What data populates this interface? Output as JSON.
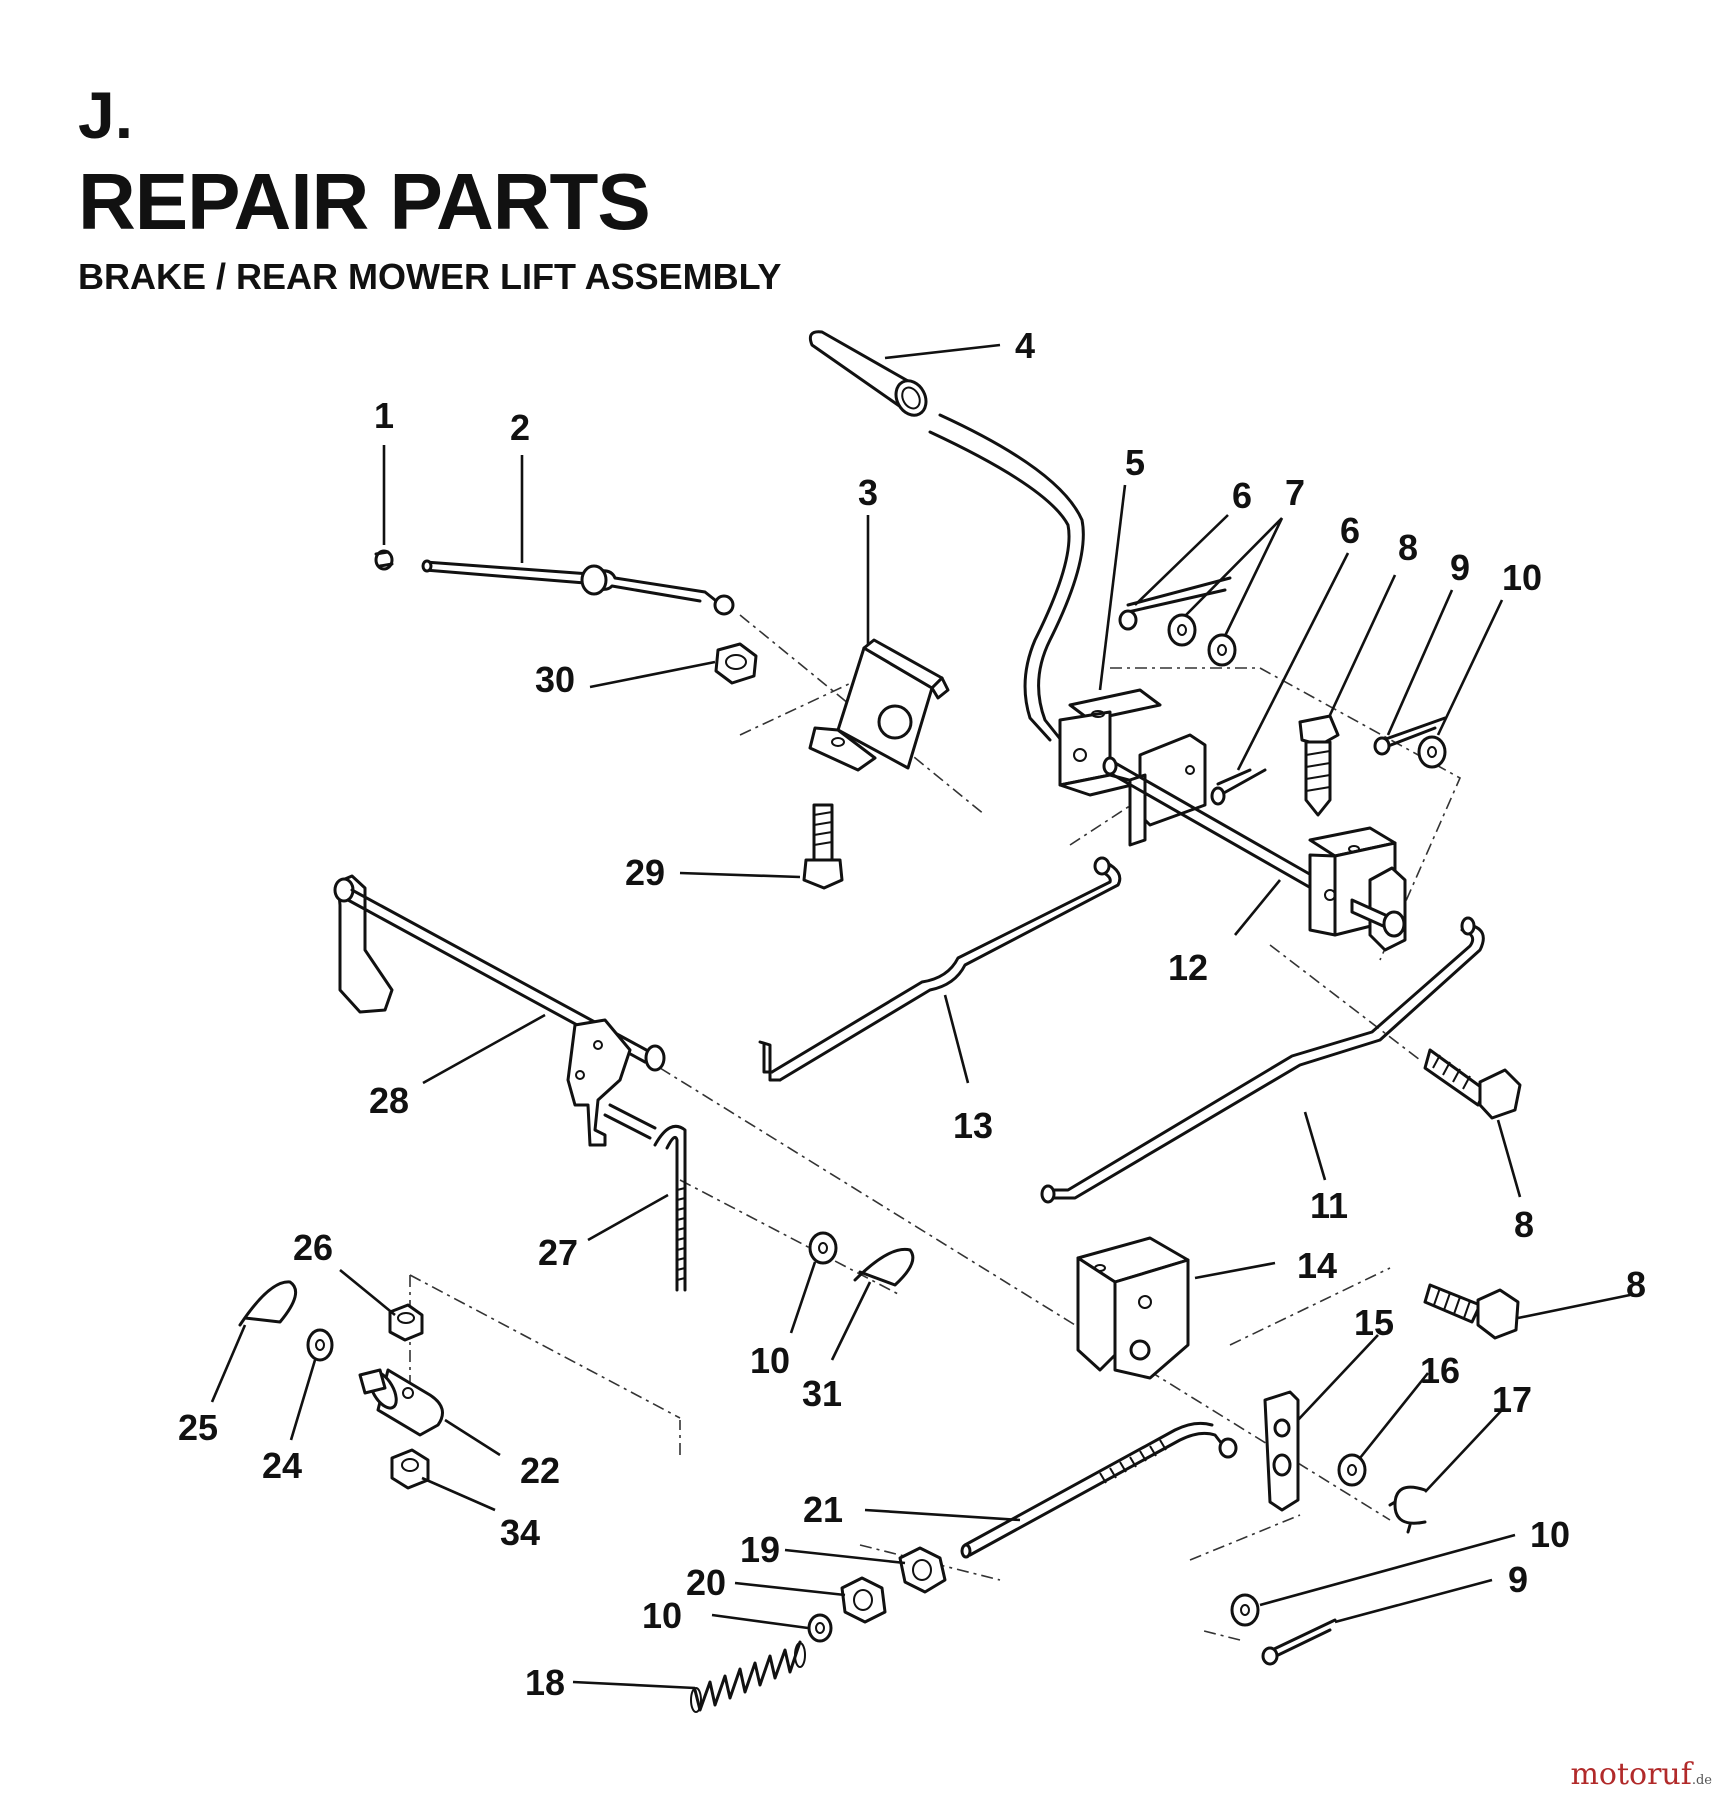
{
  "header": {
    "section": "J.",
    "title": "REPAIR PARTS",
    "subtitle": "BRAKE / REAR MOWER LIFT ASSEMBLY"
  },
  "watermark": {
    "text": "motoruf",
    "suffix": ".de"
  },
  "callouts": [
    "1",
    "2",
    "3",
    "4",
    "5",
    "6",
    "7",
    "6",
    "8",
    "9",
    "10",
    "30",
    "29",
    "12",
    "28",
    "13",
    "11",
    "8",
    "27",
    "26",
    "14",
    "8",
    "10",
    "31",
    "15",
    "16",
    "17",
    "25",
    "24",
    "22",
    "34",
    "21",
    "10",
    "19",
    "20",
    "10",
    "9",
    "18"
  ]
}
